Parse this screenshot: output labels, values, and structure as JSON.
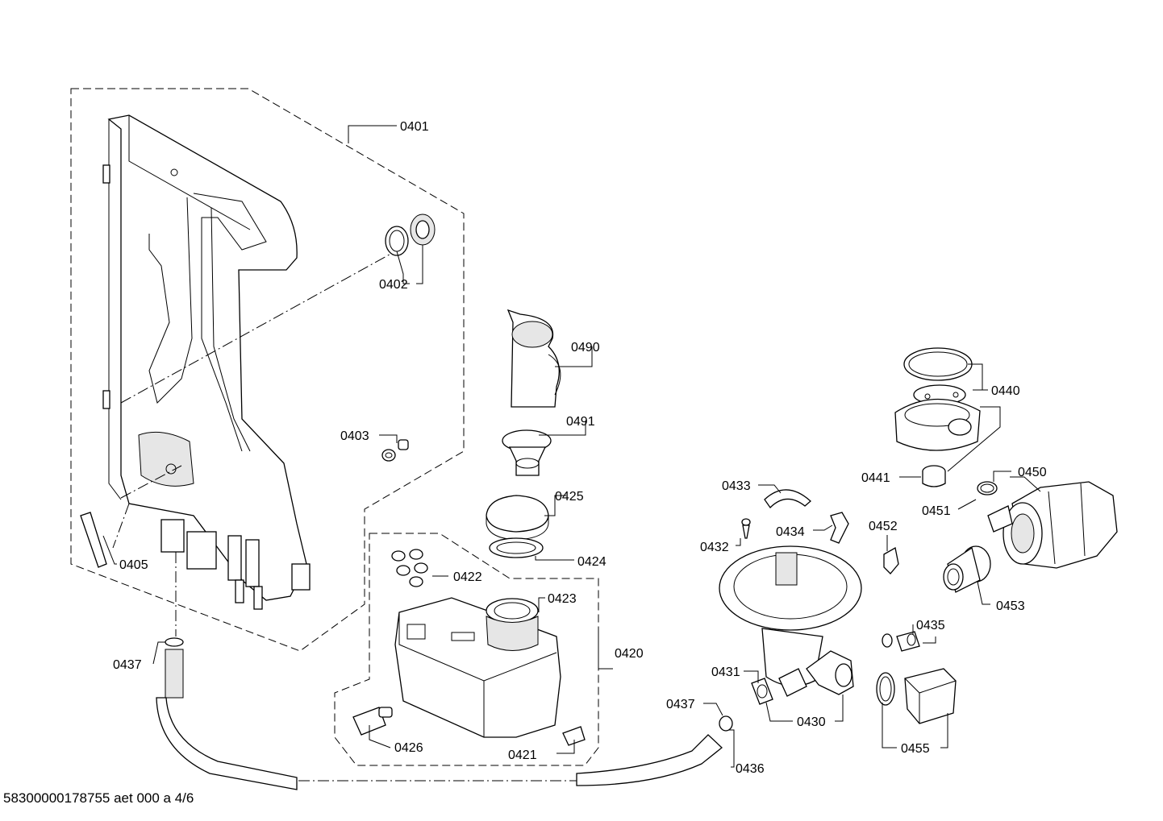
{
  "footer_text": "58300000178755 aet 000 a 4/6",
  "labels": {
    "p0401": "0401",
    "p0402": "0402",
    "p0403": "0403",
    "p0405": "0405",
    "p0437a": "0437",
    "p0490": "0490",
    "p0491": "0491",
    "p0425": "0425",
    "p0424": "0424",
    "p0422": "0422",
    "p0423": "0423",
    "p0420": "0420",
    "p0426": "0426",
    "p0421": "0421",
    "p0437b": "0437",
    "p0436": "0436",
    "p0433": "0433",
    "p0432": "0432",
    "p0434": "0434",
    "p0431": "0431",
    "p0430": "0430",
    "p0440": "0440",
    "p0441": "0441",
    "p0450": "0450",
    "p0451": "0451",
    "p0452": "0452",
    "p0453": "0453",
    "p0435": "0435",
    "p0455": "0455"
  }
}
